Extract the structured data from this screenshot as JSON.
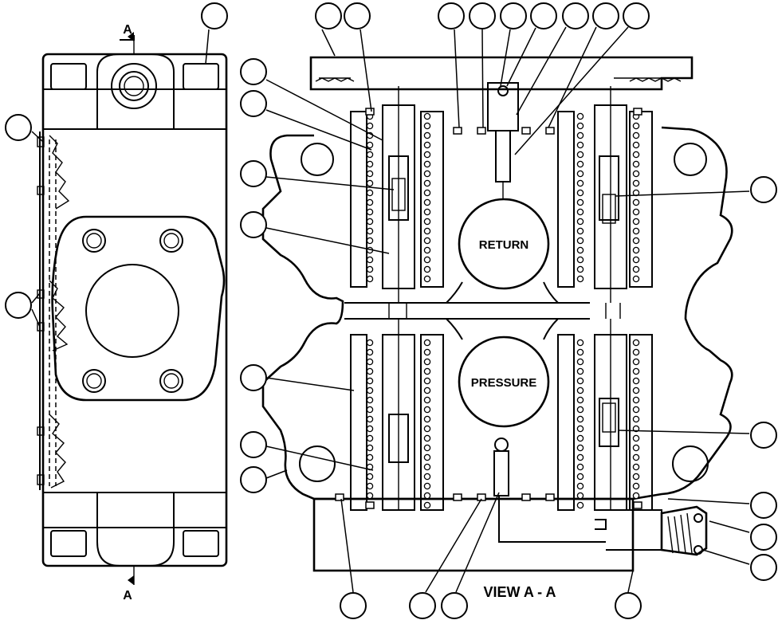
{
  "labels": {
    "section_top": "A",
    "section_bottom": "A",
    "return_port": "RETURN",
    "pressure_port": "PRESSURE",
    "view_caption": "VIEW A - A"
  }
}
